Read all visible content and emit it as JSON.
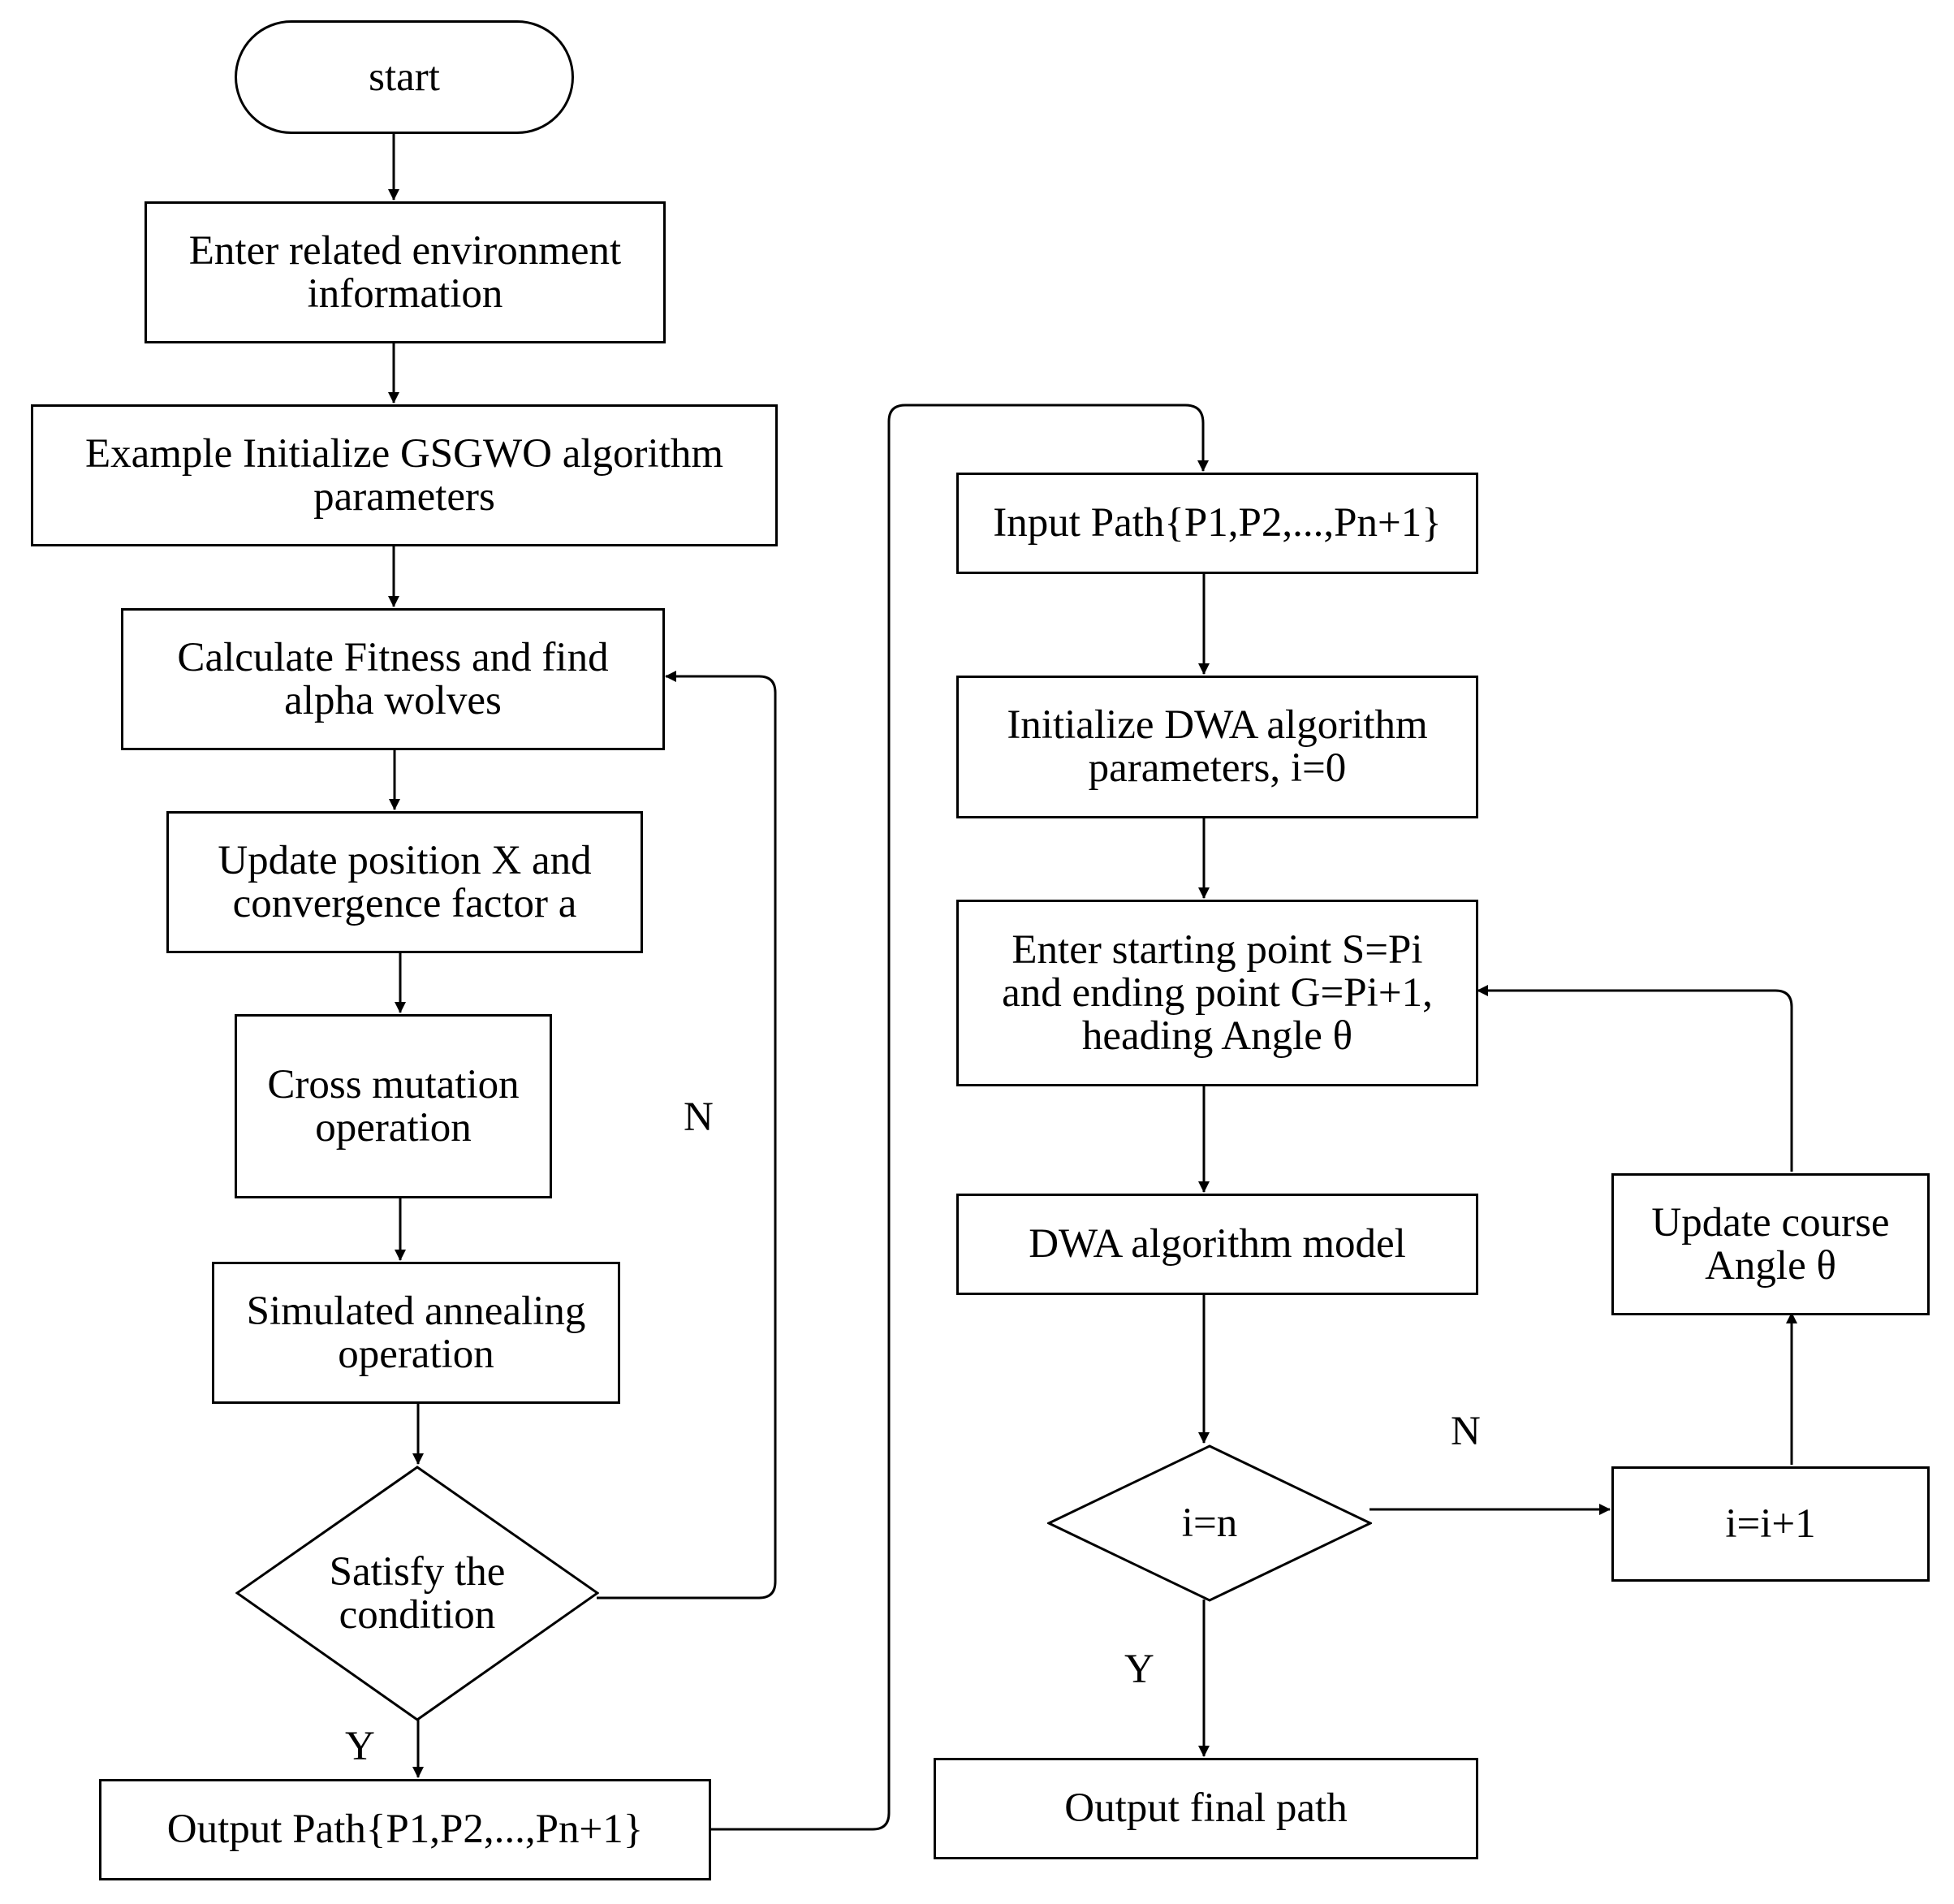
{
  "colors": {
    "stroke": "#000000",
    "fill": "#ffffff",
    "text": "#000000"
  },
  "nodes": {
    "start": "start",
    "enter_env": "Enter related environment\ninformation",
    "init_gsgwo": "Example Initialize GSGWO algorithm\nparameters",
    "calc_fitness": "Calculate Fitness and find\nalpha wolves",
    "update_position": "Update position X and\nconvergence factor a",
    "cross_mutation": "Cross mutation\noperation",
    "simulated_annealing": "Simulated annealing\noperation",
    "satisfy_condition": "Satisfy the\ncondition",
    "output_path_left": "Output Path{P1,P2,...,Pn+1}",
    "input_path": "Input Path{P1,P2,...,Pn+1}",
    "init_dwa": "Initialize DWA algorithm\nparameters, i=0",
    "enter_start_end": "Enter starting point S=Pi\nand ending point G=Pi+1,\nheading Angle θ",
    "dwa_model": "DWA algorithm model",
    "i_eq_n": "i=n",
    "i_inc": "i=i+1",
    "update_course": "Update course\nAngle θ",
    "output_final": "Output final path"
  },
  "edge_labels": {
    "loop_no_left": "N",
    "yes_left": "Y",
    "no_right": "N",
    "yes_right": "Y"
  }
}
